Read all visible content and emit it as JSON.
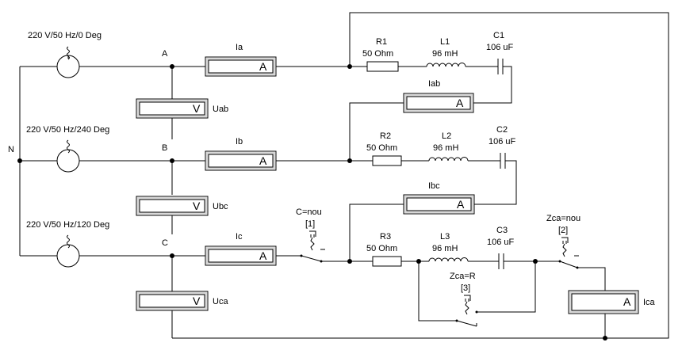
{
  "sources": [
    {
      "label": "220 V/50 Hz/0 Deg",
      "icon": "ac-voltage-source-icon"
    },
    {
      "label": "220 V/50 Hz/240 Deg",
      "icon": "ac-voltage-source-icon"
    },
    {
      "label": "220 V/50 Hz/120 Deg",
      "icon": "ac-voltage-source-icon"
    }
  ],
  "nodes": {
    "n": "N",
    "a": "A",
    "b": "B",
    "c": "C"
  },
  "ammeters": {
    "ia": {
      "label": "Ia",
      "unit": "A"
    },
    "ib": {
      "label": "Ib",
      "unit": "A"
    },
    "ic": {
      "label": "Ic",
      "unit": "A"
    },
    "iab": {
      "label": "Iab",
      "unit": "A"
    },
    "ibc": {
      "label": "Ibc",
      "unit": "A"
    },
    "ica": {
      "label": "Ica",
      "unit": "A"
    }
  },
  "voltmeters": {
    "uab": {
      "label": "Uab",
      "unit": "V"
    },
    "ubc": {
      "label": "Ubc",
      "unit": "V"
    },
    "uca": {
      "label": "Uca",
      "unit": "V"
    }
  },
  "components": {
    "r1": {
      "name": "R1",
      "value": "50  Ohm"
    },
    "l1": {
      "name": "L1",
      "value": "96 mH"
    },
    "c1": {
      "name": "C1",
      "value": "106 uF"
    },
    "r2": {
      "name": "R2",
      "value": "50  Ohm"
    },
    "l2": {
      "name": "L2",
      "value": "96 mH"
    },
    "c2": {
      "name": "C2",
      "value": "106 uF"
    },
    "r3": {
      "name": "R3",
      "value": "50  Ohm"
    },
    "l3": {
      "name": "L3",
      "value": "96 mH"
    },
    "c3": {
      "name": "C3",
      "value": "106 uF"
    }
  },
  "switches": {
    "c": {
      "label": "C=nou",
      "key": "[1]"
    },
    "zca_r": {
      "label": "Zca=R",
      "key": "[3]"
    },
    "zca_nou": {
      "label": "Zca=nou",
      "key": "[2]"
    }
  }
}
